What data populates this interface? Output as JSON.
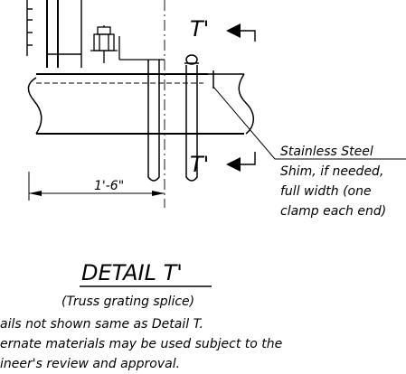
{
  "section_marker_top": "T'",
  "section_marker_bottom": "T'",
  "dimension_label": "1'-6\"",
  "callout_lines": [
    "Stainless Steel",
    "Shim, if needed,",
    "full width (one",
    "clamp each end)"
  ],
  "detail_title": "DETAIL T'",
  "detail_subtitle": "(Truss grating splice)",
  "notes": [
    "ails not shown same as Detail T.",
    "ernate materials may be used subject to the",
    "ineer's review and approval."
  ],
  "colors": {
    "line": "#000000",
    "background": "#ffffff"
  }
}
